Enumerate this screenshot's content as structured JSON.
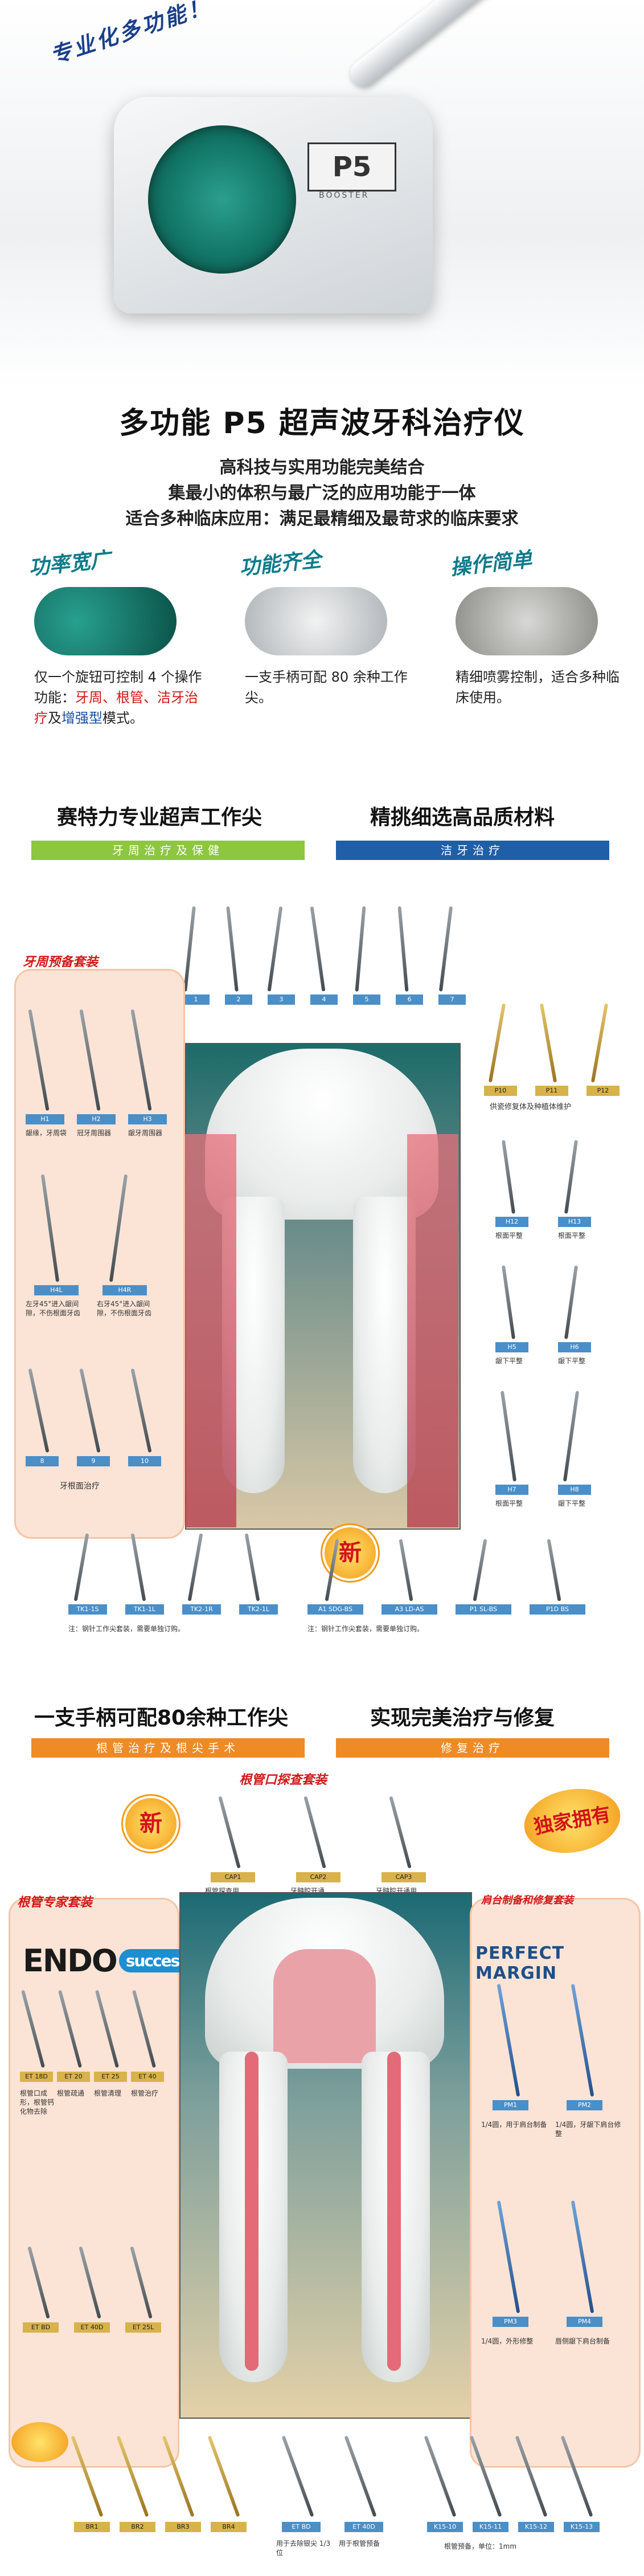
{
  "hero": {
    "slogan": "专业化多功能！",
    "badge_model": "P5",
    "badge_sub": "BOOSTER"
  },
  "title": "多功能 P5 超声波牙科治疗仪",
  "subtitles": [
    "高科技与实用功能完美结合",
    "集最小的体积与最广泛的应用功能于一体",
    "适合多种临床应用：满足最精细及最苛求的临床要求"
  ],
  "features": [
    {
      "head": "功率宽广",
      "text_a": "仅一个旋钮可控制 4 个操作功能：",
      "text_red": "牙周、根管、洁牙治疗",
      "text_mid": "及",
      "text_blue": "增强型",
      "text_b": "模式。"
    },
    {
      "head": "功能齐全",
      "text": "一支手柄可配 80 余种工作尖。"
    },
    {
      "head": "操作简单",
      "text": "精细喷雾控制，适合多种临床使用。"
    }
  ],
  "section1": {
    "left_title": "赛特力专业超声工作尖",
    "left_bar": "牙周治疗及保健",
    "right_title": "精挑细选高品质材料",
    "right_bar": "洁牙治疗",
    "panel_label": "牙周预备套装",
    "top_tips": [
      "1",
      "2",
      "3",
      "4",
      "5",
      "6",
      "7"
    ],
    "left_tips": [
      "H1",
      "H2",
      "H3"
    ],
    "left_captions": [
      "龈缘，牙周袋",
      "冠牙周围器",
      "龈牙周围器"
    ],
    "left_tips2": [
      "H4L",
      "H4R"
    ],
    "left_captions2": [
      "左牙45°进入龈间隙，不伤根面牙齿",
      "右牙45°进入龈间隙，不伤根面牙齿"
    ],
    "left_tips3": [
      "8",
      "9",
      "10"
    ],
    "left_caption3": "牙根面治疗",
    "right_tips1": [
      "P10",
      "P11",
      "P12"
    ],
    "right_caption1": "供瓷修复体及种植体维护",
    "right_tips2": [
      "H12",
      "H13"
    ],
    "right_captions2": [
      "根面平整",
      "根面平整"
    ],
    "right_tips3": [
      "H5",
      "H6"
    ],
    "right_captions3": [
      "龈下平整",
      "龈下平整"
    ],
    "right_tips4": [
      "H7",
      "H8"
    ],
    "right_captions4": [
      "根面平整",
      "龈下平整"
    ],
    "bottom_tips_left": [
      "TK1-1S",
      "TK1-1L",
      "TK2-1R",
      "TK2-1L"
    ],
    "bottom_caption_left": "注：钢针工作尖套装，需要单独订购。",
    "new_badge": "新",
    "bottom_tips_right": [
      "A1 SDG-BS",
      "A3 LD-AS",
      "P1 SL-BS",
      "P1D BS"
    ],
    "bottom_caption_right": "注：钢针工作尖套装，需要单独订购。"
  },
  "section2": {
    "left_title": "一支手柄可配80余种工作尖",
    "left_bar": "根管治疗及根尖手术",
    "right_title": "实现完美治疗与修复",
    "right_bar": "修复治疗",
    "new_badge": "新",
    "center_label": "根管口探查套装",
    "center_tips": [
      "CAP1",
      "CAP2",
      "CAP3"
    ],
    "center_captions": [
      "根管探查用",
      "牙髓腔开通",
      "牙髓腔开通用"
    ],
    "exclusive": "独家拥有",
    "left_panel_label": "根管专家套装",
    "endo_logo": "ENDO",
    "endo_badge": "success",
    "left_tips": [
      "ET 18D",
      "ET 20",
      "ET 25",
      "ET 40"
    ],
    "left_captions": [
      "根管口成形，根管钙化物去除",
      "根管疏通",
      "根管清理",
      "根管治疗"
    ],
    "left_tips2": [
      "ET BD",
      "ET 40D",
      "ET 25L"
    ],
    "right_panel_label": "肩台制备和修复套装",
    "pm_logo": "PERFECT MARGIN",
    "right_tips": [
      "PM1",
      "PM2"
    ],
    "right_captions": [
      "1/4圆，用于肩台制备",
      "1/4圆，牙龈下肩台修整"
    ],
    "right_tips2": [
      "PM3",
      "PM4"
    ],
    "right_captions2": [
      "1/4圆，外形修整",
      "唇侧龈下肩台制备"
    ],
    "bottom_left_tips": [
      "BR1",
      "BR2",
      "BR3",
      "BR4"
    ],
    "bottom_center_tips": [
      "ET BD",
      "ET 40D"
    ],
    "bottom_center_captions": [
      "用于去除银尖 1/3位",
      "用于根管预备"
    ],
    "bottom_right_tips": [
      "K15-10",
      "K15-11",
      "K15-12",
      "K15-13"
    ],
    "bottom_right_caption": "根管预备，单位：1mm"
  }
}
